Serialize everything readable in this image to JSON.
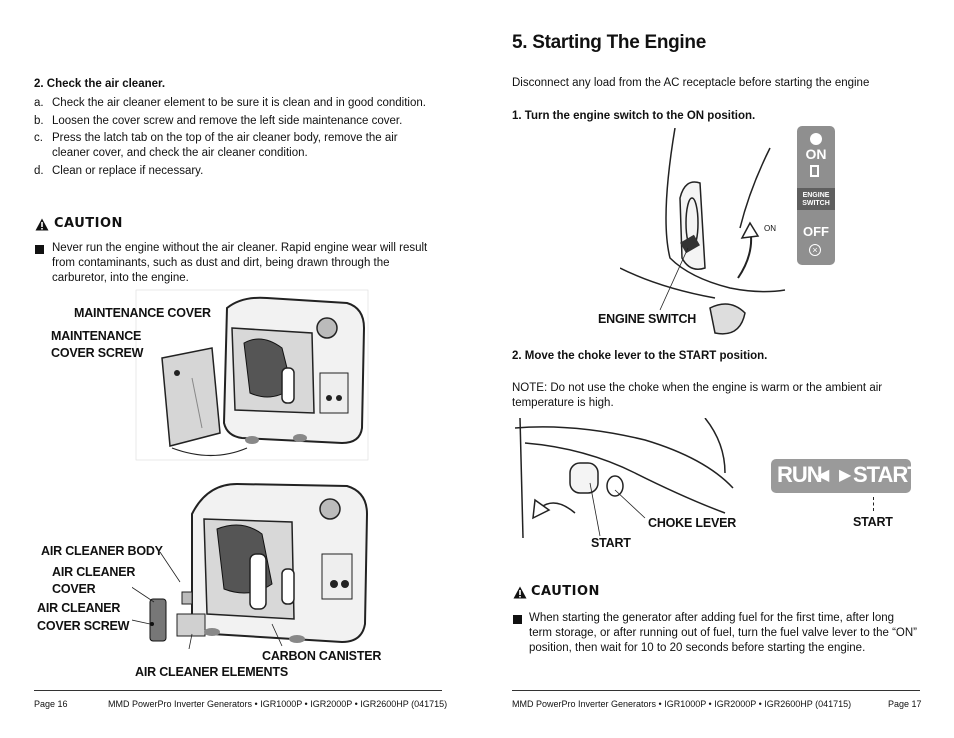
{
  "left_page": {
    "step_heading": "2. Check the air cleaner.",
    "steps": [
      {
        "marker": "a.",
        "text": "Check the air cleaner element to be sure it is clean and in good condition."
      },
      {
        "marker": "b.",
        "text": "Loosen the cover screw and remove the left side maintenance cover."
      },
      {
        "marker": "c.",
        "text": "Press the latch tab on the top of the air cleaner body, remove the air cleaner cover, and check the air cleaner condition."
      },
      {
        "marker": "d.",
        "text": "Clean or replace if necessary."
      }
    ],
    "caution_title": "CAUTION",
    "caution_text": "Never run the engine without the air cleaner. Rapid engine wear will result from contaminants, such as dust and dirt, being drawn through the carburetor, into the engine.",
    "figure1_labels": {
      "maintenance_cover": "MAINTENANCE COVER",
      "cover_screw_line1": "MAINTENANCE",
      "cover_screw_line2": "COVER SCREW"
    },
    "figure2_labels": {
      "air_cleaner_body": "AIR CLEANER BODY",
      "air_cleaner_cover_line1": "AIR CLEANER",
      "air_cleaner_cover_line2": "COVER",
      "air_cleaner_cover_screw_line1": "AIR CLEANER",
      "air_cleaner_cover_screw_line2": "COVER SCREW",
      "carbon_canister": "CARBON CANISTER",
      "air_cleaner_elements": "AIR CLEANER ELEMENTS"
    },
    "footer_page": "Page 16",
    "footer_title": "MMD PowerPro Inverter Generators  •  IGR1000P  •  IGR2000P  •  IGR2600HP (041715)"
  },
  "right_page": {
    "section_title": "5. Starting The Engine",
    "intro": "Disconnect any load from the AC receptacle before starting the engine",
    "step1": "1. Turn the engine switch to the ON position.",
    "switch_panel": {
      "on": "ON",
      "engine_switch_line1": "ENGINE",
      "engine_switch_line2": "SWITCH",
      "off": "OFF"
    },
    "figure3_labels": {
      "on_small": "ON",
      "engine_switch": "ENGINE SWITCH"
    },
    "step2": "2. Move the choke lever to the START position.",
    "note": "NOTE: Do not use the choke when the engine is warm or the ambient air temperature is high.",
    "figure4_labels": {
      "choke_lever": "CHOKE LEVER",
      "start_left": "START",
      "start_right": "START"
    },
    "run_start_decal": {
      "run": "RUN",
      "start": "START"
    },
    "caution_title": "CAUTION",
    "caution_text": "When starting the generator after adding fuel for the first time, after long term storage, or after running out of fuel, turn the fuel valve lever to the “ON” position, then wait for 10 to 20 seconds before starting the engine.",
    "footer_title": "MMD PowerPro Inverter Generators  •  IGR1000P  •  IGR2000P  •  IGR2600HP (041715)",
    "footer_page": "Page 17"
  }
}
